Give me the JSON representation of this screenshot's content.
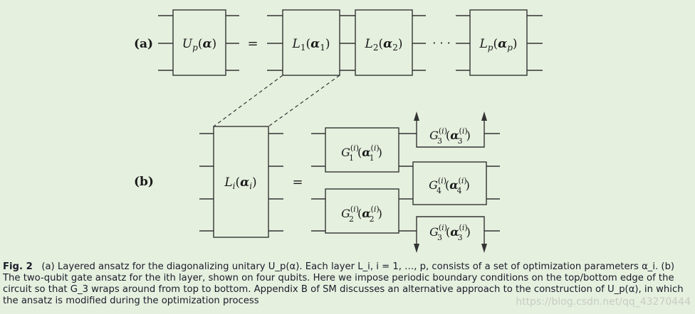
{
  "panel_a": {
    "label": "(a)",
    "unitary_label": "U_p(α)",
    "equals": "=",
    "layers": [
      "L_1(α_1)",
      "L_2(α_2)",
      "L_p(α_p)"
    ],
    "ellipsis": "· · ·"
  },
  "panel_b": {
    "label": "(b)",
    "layer_label": "L_i(α_i)",
    "equals": "=",
    "gates": [
      "G_1^(i)(α_1^(i))",
      "G_2^(i)(α_2^(i))",
      "G_3^(i)(α_3^(i))",
      "G_4^(i)(α_4^(i))",
      "G_3^(i)(α_3^(i))"
    ]
  },
  "caption": {
    "prefix": "Fig. 2",
    "text": "(a) Layered ansatz for the diagonalizing unitary U_p(α). Each layer L_i, i = 1, …, p, consists of a set of optimization parameters α_i. (b) The two-qubit gate ansatz for the ith layer, shown on four qubits. Here we impose periodic boundary conditions on the top/bottom edge of the circuit so that G_3 wraps around from top to bottom. Appendix B of SM discusses an alternative approach to the construction of U_p(α), in which the ansatz is modified during the optimization process"
  },
  "watermark": "https://blog.csdn.net/qq_43270444"
}
